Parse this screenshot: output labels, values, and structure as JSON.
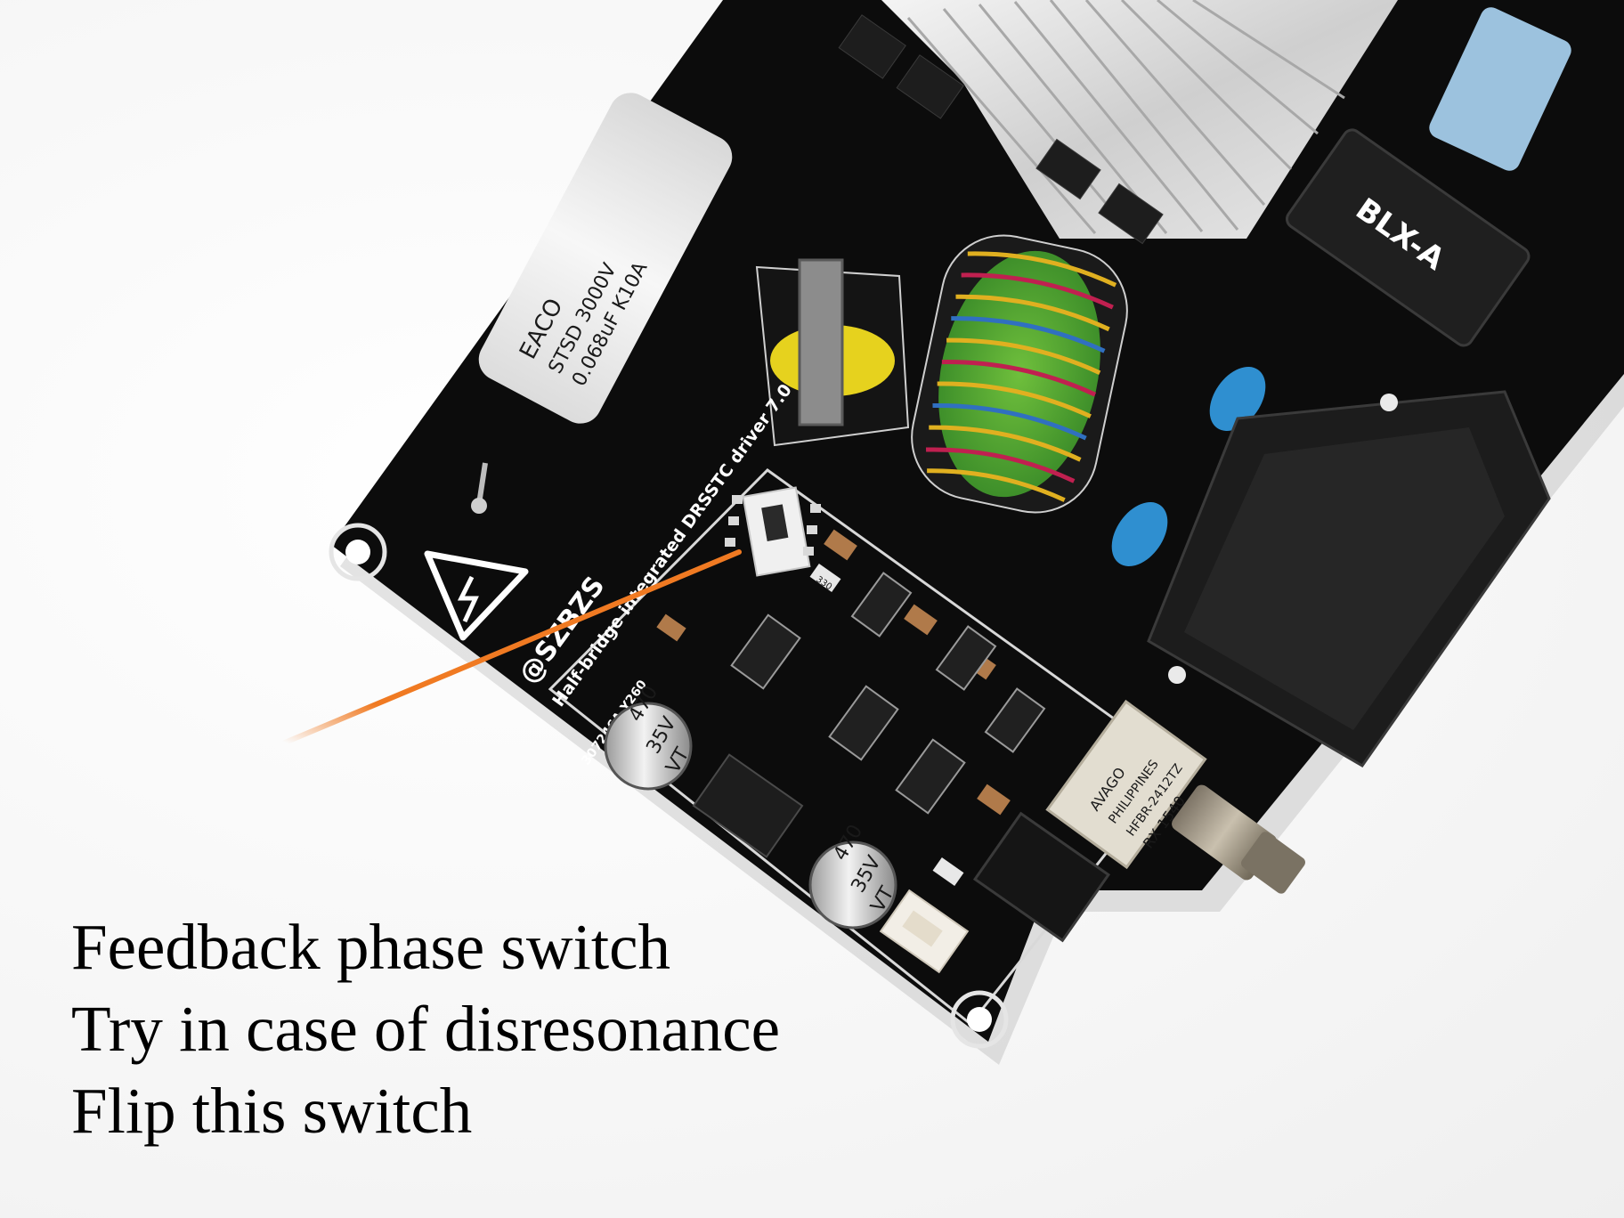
{
  "caption": {
    "line1": "Feedback phase switch",
    "line2": "Try in case of disresonance",
    "line3": "Flip this switch"
  },
  "board": {
    "title": "Half-bridge integrated DRSSTC driver 7.0",
    "brand": "@SZBZS",
    "code": "307246A Y260"
  },
  "components": {
    "film_capacitor": {
      "brand": "EACO",
      "line1": "STSD 3000V",
      "line2": "0.068uF K10A"
    },
    "electrolytic_capacitor_1": {
      "value": "470",
      "voltage": "35V",
      "series": "VT"
    },
    "electrolytic_capacitor_2": {
      "value": "470",
      "voltage": "35V",
      "series": "VT"
    },
    "smd_resistor": "330",
    "fiber_receiver": {
      "brand": "AVAGO",
      "line1": "PHILIPPINES",
      "line2": "HFBR-2412TZ",
      "line3": "RX 1540"
    },
    "iec_connector": "BLX-A"
  },
  "colors": {
    "pcb": "#0c0c0c",
    "silkscreen": "#ffffff",
    "pointer": "#f07a22",
    "background": "#f7f7f7"
  }
}
